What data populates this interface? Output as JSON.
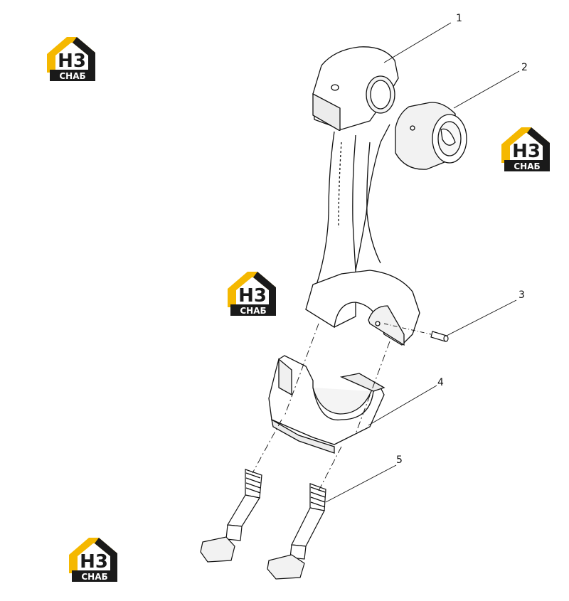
{
  "diagram": {
    "callouts": [
      {
        "id": "1",
        "label": "1"
      },
      {
        "id": "2",
        "label": "2"
      },
      {
        "id": "3",
        "label": "3"
      },
      {
        "id": "4",
        "label": "4"
      },
      {
        "id": "5",
        "label": "5"
      }
    ]
  },
  "watermark": {
    "mark_text": "Н3",
    "word_text": "СНАБ",
    "colors": {
      "yellow": "#f5b800",
      "black": "#1a1a1a",
      "white": "#ffffff"
    }
  }
}
